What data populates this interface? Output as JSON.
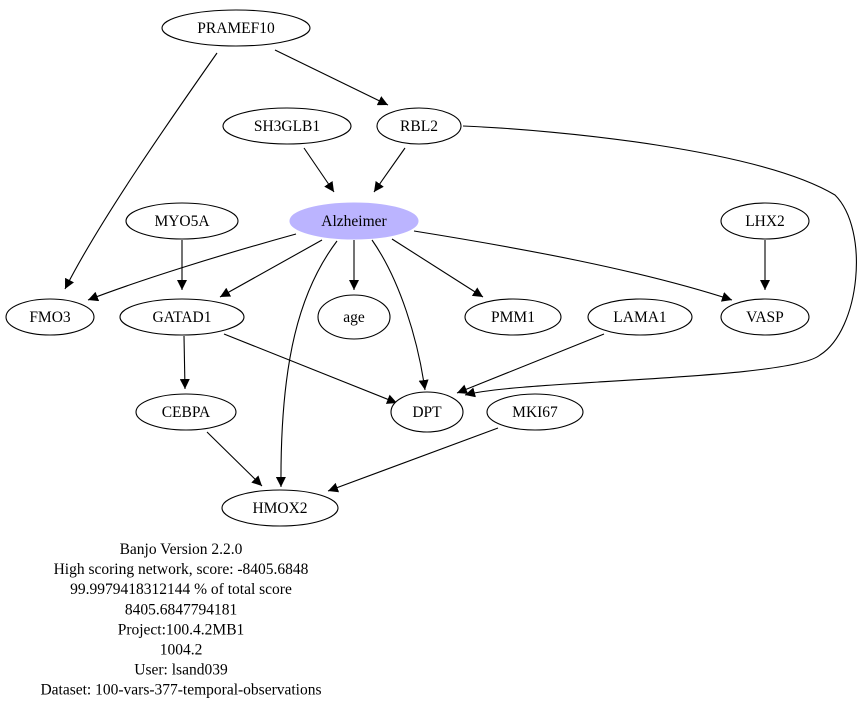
{
  "graph": {
    "nodes": [
      {
        "id": "PRAMEF10",
        "label": "PRAMEF10"
      },
      {
        "id": "SH3GLB1",
        "label": "SH3GLB1"
      },
      {
        "id": "RBL2",
        "label": "RBL2"
      },
      {
        "id": "MYO5A",
        "label": "MYO5A"
      },
      {
        "id": "Alzheimer",
        "label": "Alzheimer",
        "highlighted": true
      },
      {
        "id": "LHX2",
        "label": "LHX2"
      },
      {
        "id": "FMO3",
        "label": "FMO3"
      },
      {
        "id": "GATAD1",
        "label": "GATAD1"
      },
      {
        "id": "age",
        "label": "age"
      },
      {
        "id": "PMM1",
        "label": "PMM1"
      },
      {
        "id": "LAMA1",
        "label": "LAMA1"
      },
      {
        "id": "VASP",
        "label": "VASP"
      },
      {
        "id": "CEBPA",
        "label": "CEBPA"
      },
      {
        "id": "DPT",
        "label": "DPT"
      },
      {
        "id": "MKI67",
        "label": "MKI67"
      },
      {
        "id": "HMOX2",
        "label": "HMOX2"
      }
    ],
    "edges": [
      {
        "from": "PRAMEF10",
        "to": "RBL2"
      },
      {
        "from": "PRAMEF10",
        "to": "FMO3"
      },
      {
        "from": "SH3GLB1",
        "to": "Alzheimer"
      },
      {
        "from": "RBL2",
        "to": "Alzheimer"
      },
      {
        "from": "RBL2",
        "to": "DPT"
      },
      {
        "from": "MYO5A",
        "to": "GATAD1"
      },
      {
        "from": "Alzheimer",
        "to": "FMO3"
      },
      {
        "from": "Alzheimer",
        "to": "GATAD1"
      },
      {
        "from": "Alzheimer",
        "to": "age"
      },
      {
        "from": "Alzheimer",
        "to": "PMM1"
      },
      {
        "from": "Alzheimer",
        "to": "VASP"
      },
      {
        "from": "Alzheimer",
        "to": "DPT"
      },
      {
        "from": "Alzheimer",
        "to": "HMOX2"
      },
      {
        "from": "LHX2",
        "to": "VASP"
      },
      {
        "from": "GATAD1",
        "to": "CEBPA"
      },
      {
        "from": "GATAD1",
        "to": "DPT"
      },
      {
        "from": "LAMA1",
        "to": "DPT"
      },
      {
        "from": "CEBPA",
        "to": "HMOX2"
      },
      {
        "from": "MKI67",
        "to": "HMOX2"
      }
    ]
  },
  "caption": {
    "lines": [
      "Banjo Version 2.2.0",
      "High scoring network, score: -8405.6848",
      "99.9979418312144 % of total score",
      "8405.6847794181",
      "Project:100.4.2MB1",
      "1004.2",
      "User: lsand039",
      "Dataset: 100-vars-377-temporal-observations"
    ]
  },
  "colors": {
    "highlight_fill": "#bbb4ff",
    "node_fill": "#ffffff",
    "stroke": "#000000",
    "background": "#ffffff"
  }
}
